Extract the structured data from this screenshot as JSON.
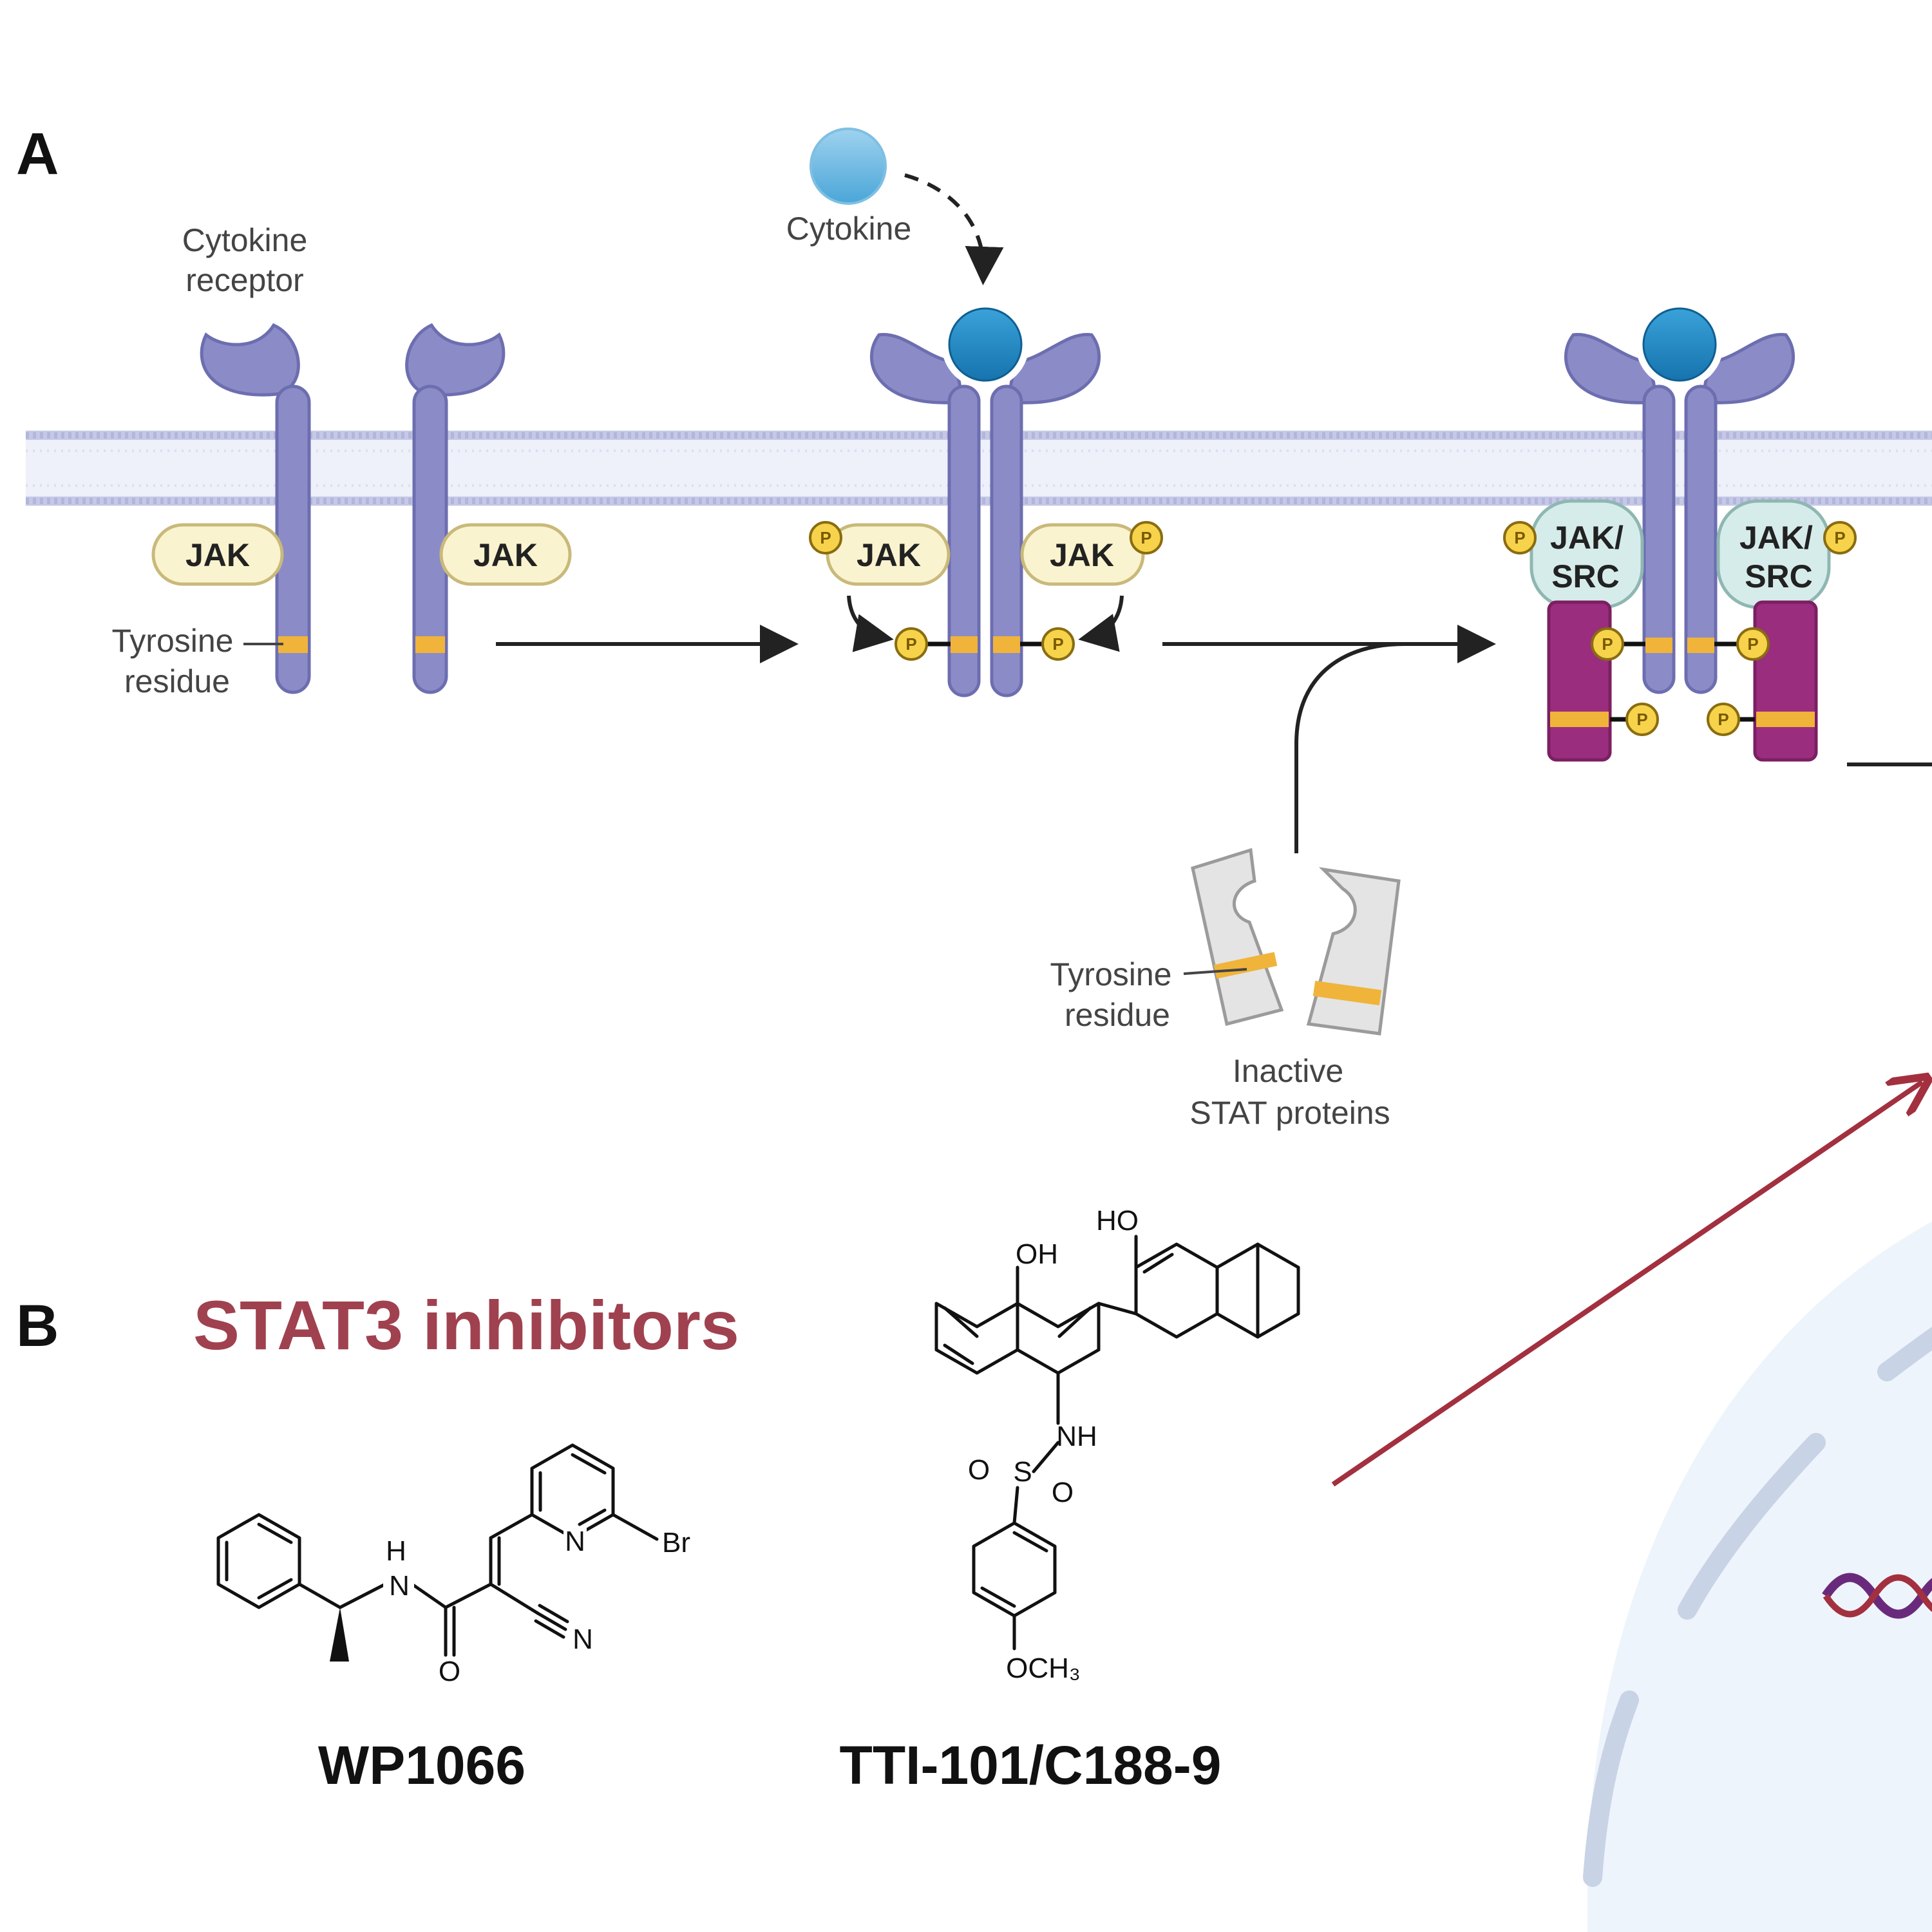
{
  "panels": {
    "a": "A",
    "b": "B"
  },
  "labels": {
    "cytokine_receptor_1": "Cytokine",
    "cytokine_receptor_2": "receptor",
    "cytokine": "Cytokine",
    "jak": "JAK",
    "jak_src_top": "JAK/",
    "jak_src_bottom": "SRC",
    "tyrosine_1": "Tyrosine",
    "tyrosine_2": "residue",
    "inactive_1": "Inactive",
    "inactive_2": "STAT proteins",
    "phospho": "P"
  },
  "inhibitors": {
    "title": "STAT3 inhibitors",
    "compounds": [
      "WP1066",
      "TTI-101/C188-9"
    ]
  },
  "chem_labels": {
    "wp1066": {
      "nh": "H",
      "n_amide": "N",
      "o": "O",
      "n_pyr": "N",
      "br": "Br",
      "cn": "N"
    },
    "tti": {
      "ho": "HO",
      "oh": "OH",
      "nh": "NH",
      "s": "S",
      "o_left": "O",
      "o_right": "O",
      "och3": "OCH₃"
    }
  },
  "colors": {
    "receptor": "#8b8cc7",
    "cytokine": "#2b8fc4",
    "jak": "#faf3cf",
    "jak_src": "#d6ecea",
    "stat_active": "#9b2d7e",
    "stat_inactive": "#e4e4e4",
    "phosphate": "#f6d34b",
    "tyrosine": "#f0b43a",
    "inhibitor_title": "#a0414f",
    "inhibition_line": "#a3303f"
  }
}
